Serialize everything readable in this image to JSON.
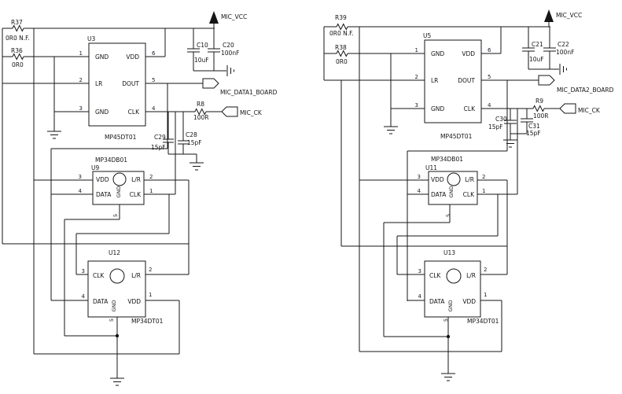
{
  "shared": {
    "power_net": "MIC_VCC",
    "clk_tag": "MIC_CK",
    "labels": {
      "gnd": "GND",
      "vdd": "VDD",
      "lr": "LR",
      "lr_slash": "L/R",
      "dout": "DOUT",
      "clk": "CLK",
      "data": "DATA"
    },
    "nums": {
      "n1": "1",
      "n2": "2",
      "n3": "3",
      "n4": "4",
      "n5": "5",
      "n6": "6"
    },
    "values": {
      "r_zero": "0R0",
      "r_zero_nf": "0R0 N.F.",
      "r_clk": "100R",
      "c_bulk": "10uF",
      "c_byp": "100nF",
      "c_load": "15pF"
    }
  },
  "left": {
    "refs": {
      "r_top": "R37",
      "r_mid": "R36",
      "r_clk": "R8",
      "c_bulk": "C10",
      "c_byp": "C20",
      "c_load_a": "C29",
      "c_load_b": "C28",
      "u_top": "U3",
      "u_mid": "U9",
      "u_bot": "U12"
    },
    "parts": {
      "top": "MP45DT01",
      "mid": "MP34DB01",
      "bot": "MP34DT01"
    },
    "data_tag": "MIC_DATA1_BOARD"
  },
  "right": {
    "refs": {
      "r_top": "R39",
      "r_mid": "R38",
      "r_clk": "R9",
      "c_bulk": "C21",
      "c_byp": "C22",
      "c_load_a": "C30",
      "c_load_b": "C31",
      "u_top": "U5",
      "u_mid": "U11",
      "u_bot": "U13"
    },
    "parts": {
      "top": "MP45DT01",
      "mid": "MP34DB01",
      "bot": "MP34DT01"
    },
    "data_tag": "MIC_DATA2_BOARD"
  }
}
